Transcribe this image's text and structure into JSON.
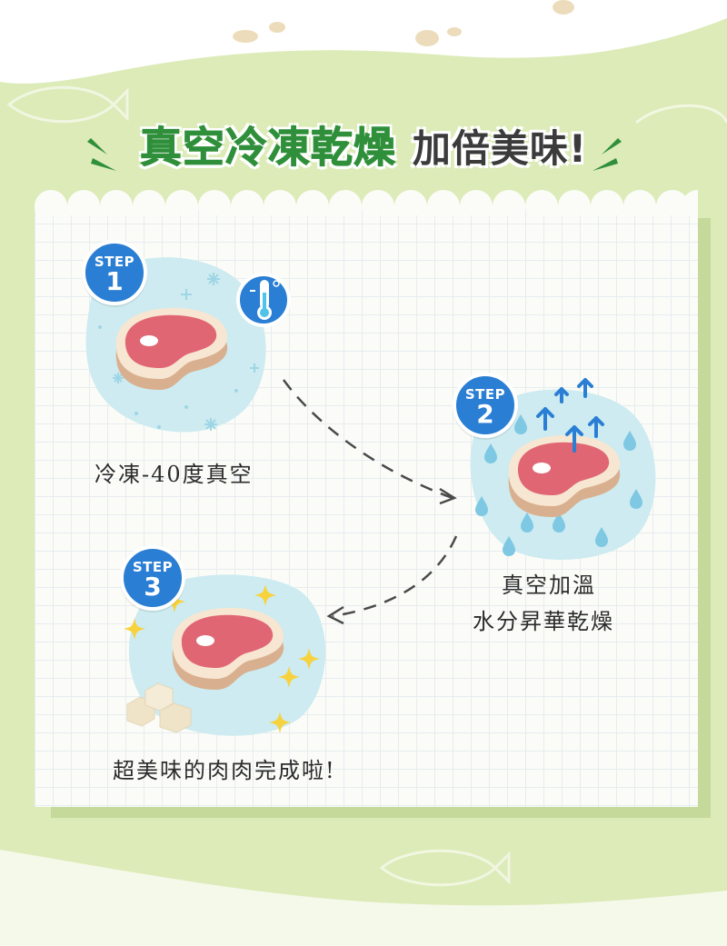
{
  "title": {
    "main": "真空冷凍乾燥",
    "sub": "加倍美味!"
  },
  "steps": [
    {
      "word": "STEP",
      "number": "1",
      "caption": "冷凍-40度真空"
    },
    {
      "word": "STEP",
      "number": "2",
      "caption_line1": "真空加溫",
      "caption_line2": "水分昇華乾燥"
    },
    {
      "word": "STEP",
      "number": "3",
      "caption": "超美味的肉肉完成啦!"
    }
  ],
  "colors": {
    "background": "#dcebb8",
    "title_green": "#2f8f3a",
    "badge_blue": "#2a7ed3",
    "blob_blue": "#cdebf0",
    "meat_red": "#e06673",
    "meat_crust": "#d9b08f"
  },
  "icons": [
    "thermometer-icon",
    "snowflake-icon",
    "arrow-up-icon",
    "water-drop-icon",
    "sparkle-icon",
    "fish-icon"
  ]
}
